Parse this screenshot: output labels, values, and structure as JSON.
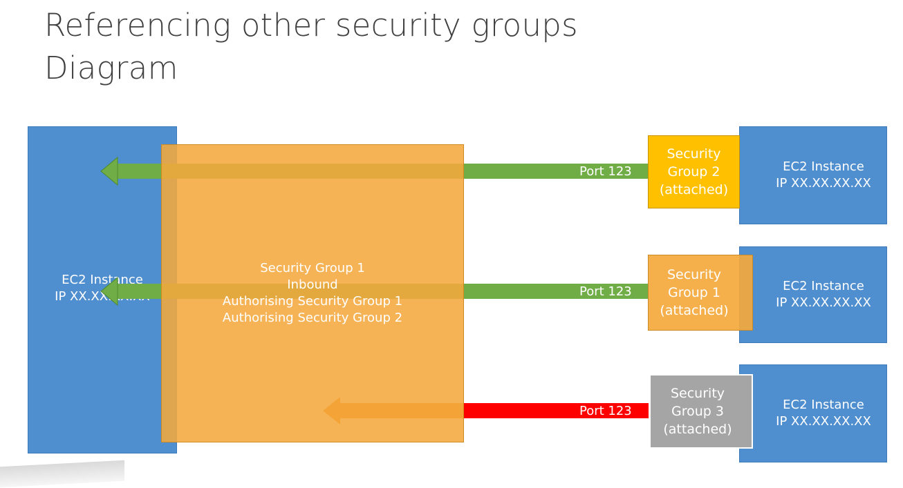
{
  "slide": {
    "title_line1": "Referencing other security groups",
    "title_line2": "Diagram"
  },
  "left_instance": {
    "line1": "EC2 Instance",
    "line2": "IP XX.XX.XX.XX"
  },
  "sg1_rules": {
    "line1": "Security Group 1",
    "line2": "Inbound",
    "line3": "Authorising Security Group 1",
    "line4": "Authorising Security Group 2"
  },
  "arrows": [
    {
      "port_label": "Port 123",
      "status": "allowed",
      "color": "#70ad47"
    },
    {
      "port_label": "Port 123",
      "status": "allowed",
      "color": "#70ad47"
    },
    {
      "port_label": "Port 123",
      "status": "blocked",
      "color": "#ff0000"
    }
  ],
  "right_instances": [
    {
      "line1": "EC2 Instance",
      "line2": "IP XX.XX.XX.XX",
      "sg": {
        "line1": "Security",
        "line2": "Group 2",
        "line3": "(attached)",
        "color": "#ffc000"
      }
    },
    {
      "line1": "EC2 Instance",
      "line2": "IP XX.XX.XX.XX",
      "sg": {
        "line1": "Security",
        "line2": "Group 1",
        "line3": "(attached)",
        "color": "#f4a93d"
      }
    },
    {
      "line1": "EC2 Instance",
      "line2": "IP XX.XX.XX.XX",
      "sg": {
        "line1": "Security",
        "line2": "Group 3",
        "line3": "(attached)",
        "color": "#a5a5a5"
      }
    }
  ],
  "colors": {
    "ec2_blue": "#4f8ecf",
    "sg1_orange": "#f4a93d",
    "allowed_green": "#70ad47",
    "blocked_red": "#ff0000",
    "blocked_arrowhead": "#f07800"
  }
}
